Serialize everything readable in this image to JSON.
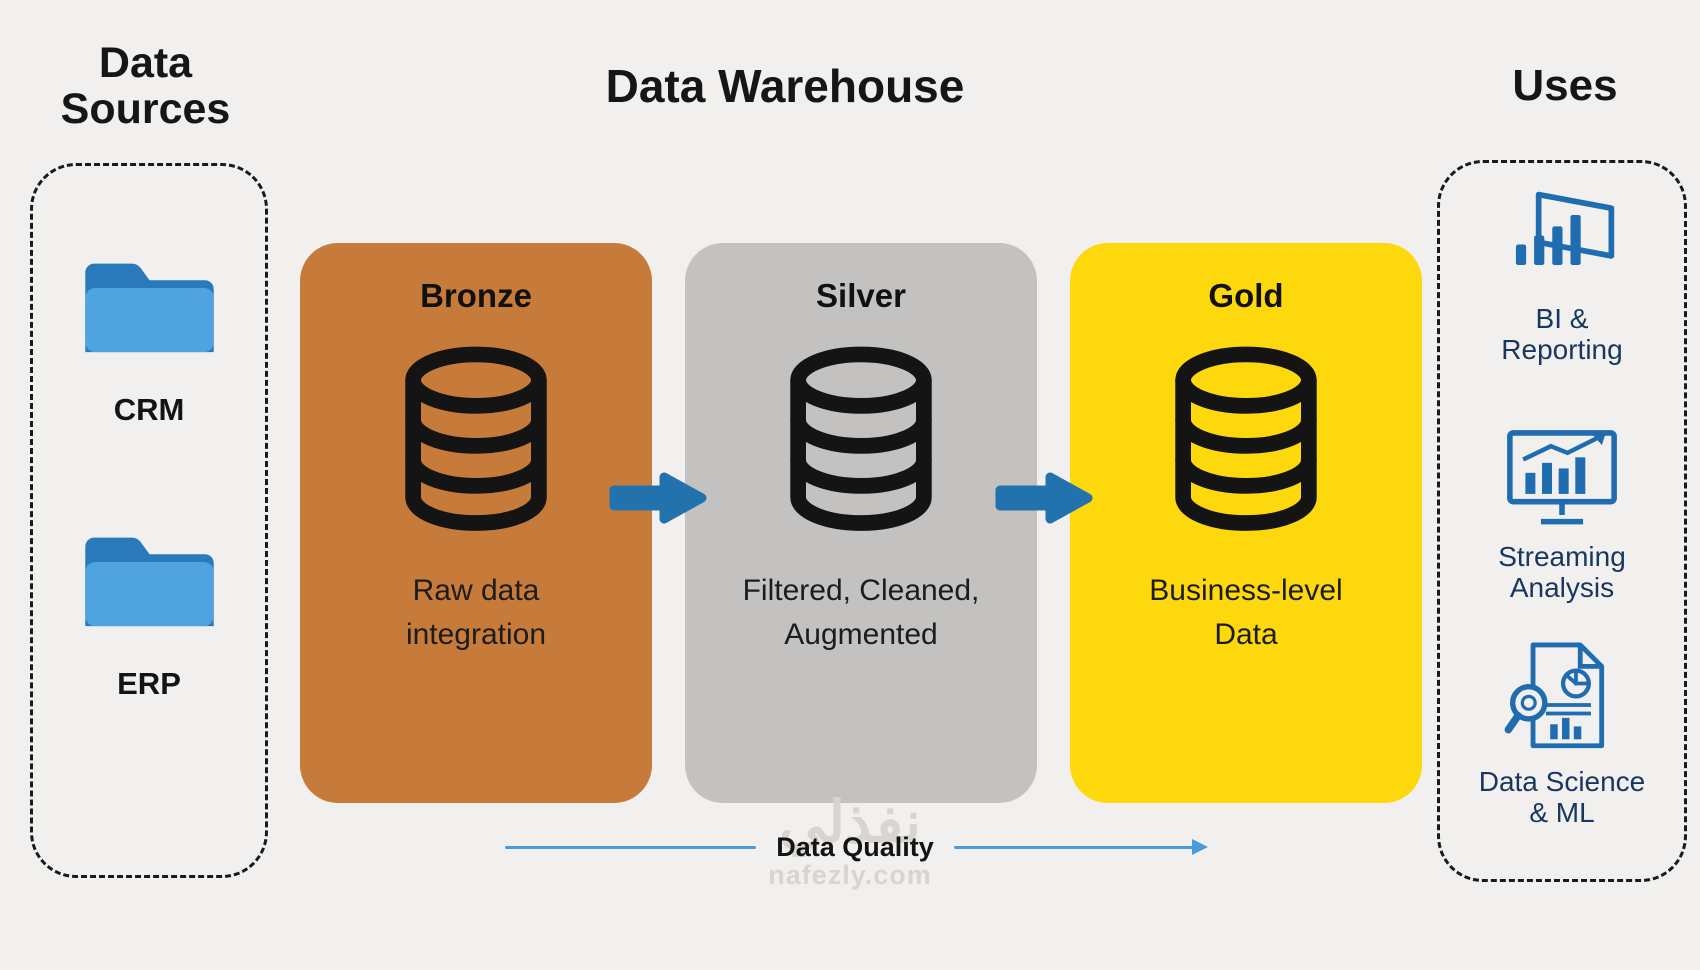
{
  "colors": {
    "background": "#f1f0ee",
    "text": "#161616",
    "flow_arrow": "#2273ad",
    "quality_arrow": "#4a9bdc",
    "folder_light": "#4fa4e0",
    "folder_dark": "#2a79ba",
    "icon_blue": "#1f6cb0",
    "use_label": "#17375e",
    "watermark": "#d8d5d1"
  },
  "titles": {
    "data_sources": "Data Sources",
    "data_warehouse": "Data Warehouse",
    "uses": "Uses"
  },
  "data_sources": {
    "items": [
      {
        "icon": "folder-icon",
        "label": "CRM"
      },
      {
        "icon": "folder-icon",
        "label": "ERP"
      }
    ]
  },
  "layers": [
    {
      "name": "Bronze",
      "description": "Raw data integration",
      "color": "#c67b3b",
      "icon": "database-icon"
    },
    {
      "name": "Silver",
      "description": "Filtered, Cleaned, Augmented",
      "color": "#c3c2c0",
      "icon": "database-icon"
    },
    {
      "name": "Gold",
      "description": "Business-level Data",
      "color": "#fdd80d",
      "icon": "database-icon"
    }
  ],
  "quality": {
    "label": "Data Quality"
  },
  "uses": {
    "items": [
      {
        "icon": "power-bi-icon",
        "lines": [
          "BI &",
          "Reporting"
        ]
      },
      {
        "icon": "streaming-chart-icon",
        "lines": [
          "Streaming",
          "Analysis"
        ]
      },
      {
        "icon": "data-science-document-icon",
        "lines": [
          "Data Science",
          "& ML"
        ]
      }
    ]
  },
  "watermark": {
    "arabic": "نفذلي",
    "domain": "nafezly.com"
  }
}
